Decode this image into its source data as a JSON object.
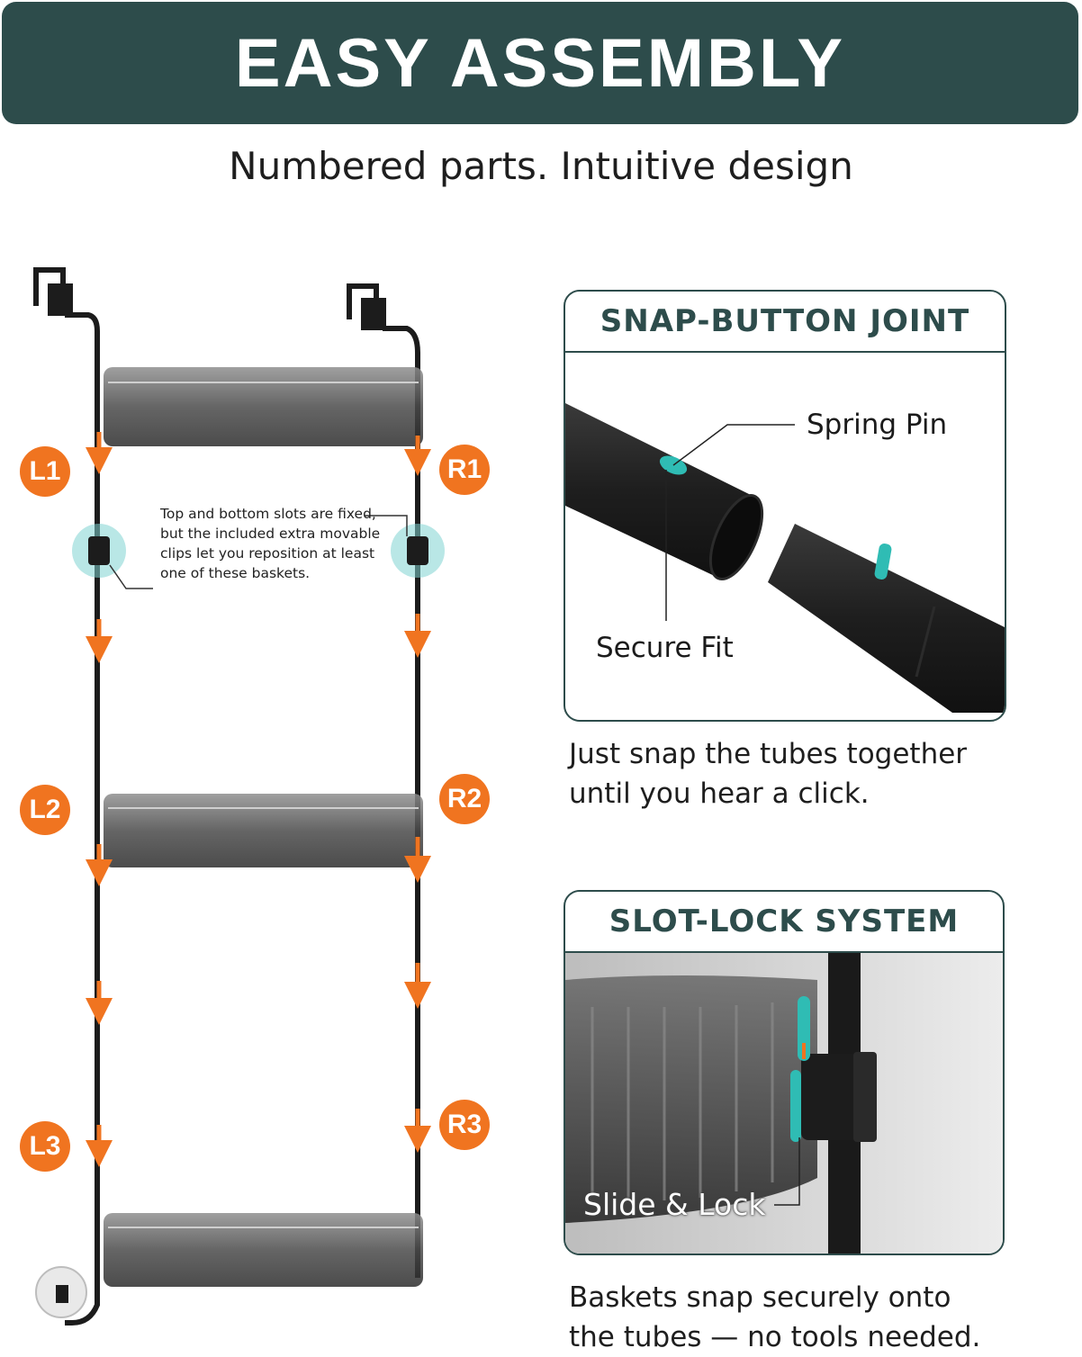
{
  "header": {
    "title": "EASY ASSEMBLY",
    "subtitle": "Numbered parts. Intuitive design"
  },
  "assembly": {
    "labels": [
      "L1",
      "R1",
      "L2",
      "R2",
      "L3",
      "R3"
    ],
    "note": "Top and bottom slots are fixed, but the included extra movable clips let you reposition at least one of these baskets."
  },
  "snap_panel": {
    "title": "SNAP-BUTTON JOINT",
    "callout_spring": "Spring Pin",
    "callout_fit": "Secure Fit",
    "caption_line1": "Just snap the tubes together",
    "caption_line2": "until you hear a click."
  },
  "slot_panel": {
    "title": "SLOT-LOCK SYSTEM",
    "overlay": "Slide & Lock",
    "caption_line1": "Baskets snap securely onto",
    "caption_line2": "the tubes — no tools needed."
  },
  "colors": {
    "banner": "#2d4c4b",
    "accent_orange": "#f07420",
    "teal": "#2fbcb4"
  }
}
